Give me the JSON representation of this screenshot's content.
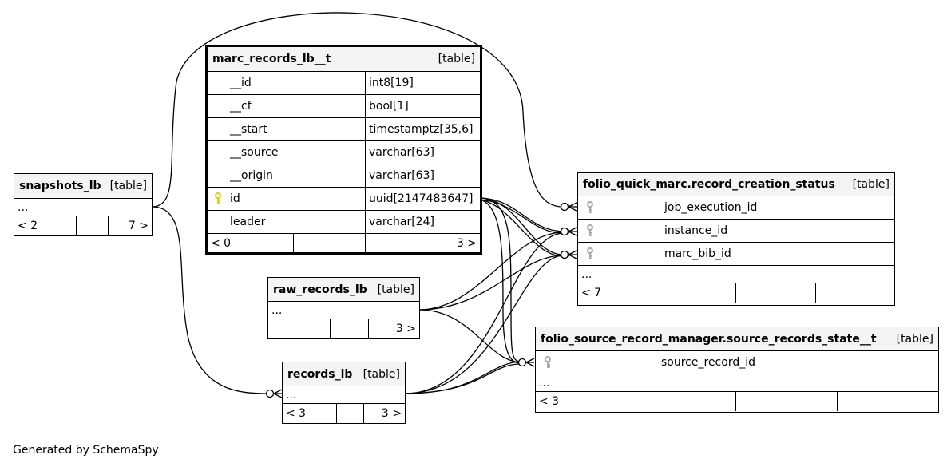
{
  "tables": {
    "marc_records_lb_t": {
      "name": "marc_records_lb__t",
      "type": "[table]",
      "columns": [
        {
          "name": "__id",
          "type": "int8[19]"
        },
        {
          "name": "__cf",
          "type": "bool[1]"
        },
        {
          "name": "__start",
          "type": "timestamptz[35,6]"
        },
        {
          "name": "__source",
          "type": "varchar[63]"
        },
        {
          "name": "__origin",
          "type": "varchar[63]"
        },
        {
          "name": "id",
          "type": "uuid[2147483647]",
          "key_icon": "primary-key-icon"
        },
        {
          "name": "leader",
          "type": "varchar[24]"
        }
      ],
      "footer": [
        "< 0",
        "",
        "3 >"
      ]
    },
    "snapshots_lb": {
      "name": "snapshots_lb",
      "type": "[table]",
      "ellipsis": "...",
      "footer": [
        "< 2",
        "",
        "7 >"
      ]
    },
    "raw_records_lb": {
      "name": "raw_records_lb",
      "type": "[table]",
      "ellipsis": "...",
      "footer": [
        "",
        "",
        "3 >"
      ]
    },
    "records_lb": {
      "name": "records_lb",
      "type": "[table]",
      "ellipsis": "...",
      "footer": [
        "< 3",
        "",
        "3 >"
      ]
    },
    "record_creation_status": {
      "name": "folio_quick_marc.record_creation_status",
      "type": "[table]",
      "columns": [
        {
          "name": "job_execution_id",
          "key_icon": "foreign-key-icon"
        },
        {
          "name": "instance_id",
          "key_icon": "foreign-key-icon"
        },
        {
          "name": "marc_bib_id",
          "key_icon": "foreign-key-icon"
        }
      ],
      "ellipsis": "...",
      "footer": [
        "< 7",
        "",
        ""
      ]
    },
    "source_records_state": {
      "name": "folio_source_record_manager.source_records_state__t",
      "type": "[table]",
      "columns": [
        {
          "name": "source_record_id",
          "key_icon": "foreign-key-icon"
        }
      ],
      "ellipsis": "...",
      "footer": [
        "< 3",
        "",
        ""
      ]
    }
  },
  "colors": {
    "header_bg": "#f4f4f4",
    "primary_key": "#d8d400",
    "foreign_key": "#aaaaaa",
    "edge": "#000000"
  },
  "credit": "Generated by SchemaSpy"
}
